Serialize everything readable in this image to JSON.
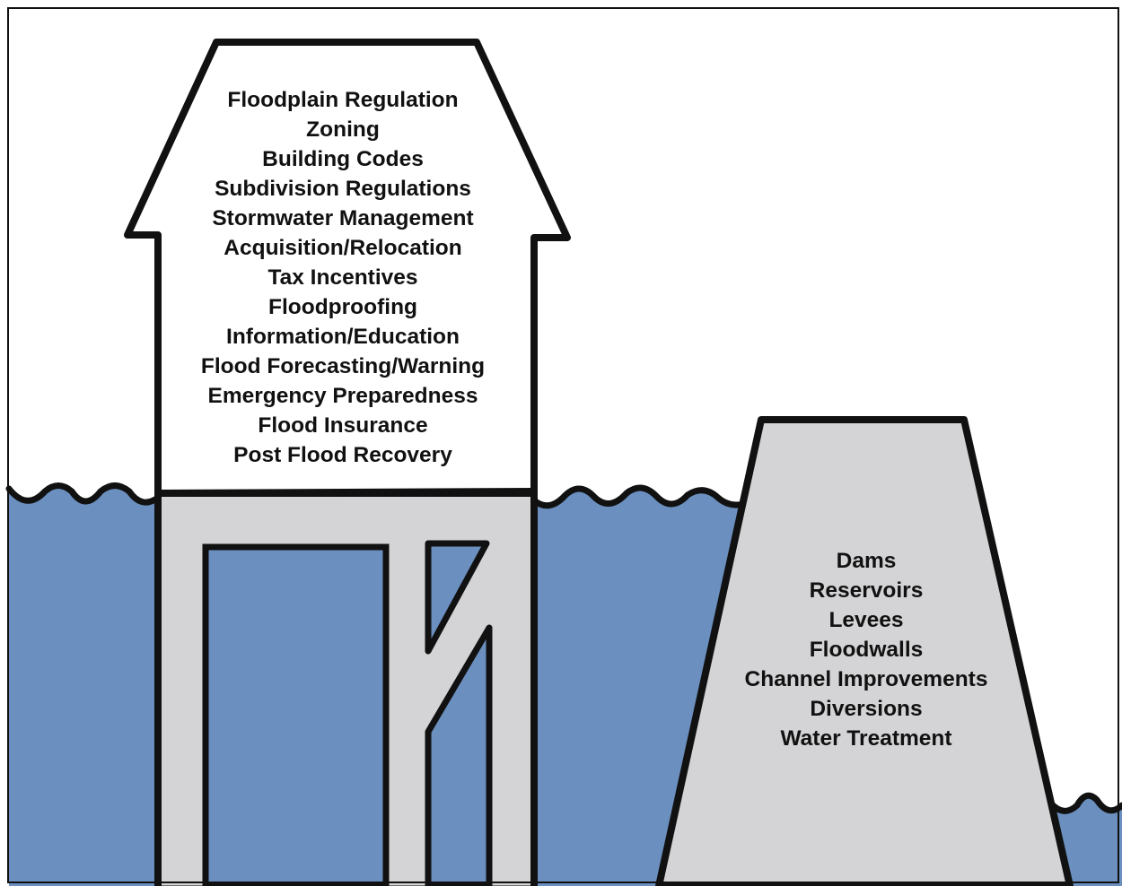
{
  "colors": {
    "water": "#6b8fbe",
    "structure": "#d4d4d6",
    "outline": "#111111",
    "sky": "#ffffff"
  },
  "house": {
    "items": [
      "Floodplain Regulation",
      "Zoning",
      "Building Codes",
      "Subdivision Regulations",
      "Stormwater Management",
      "Acquisition/Relocation",
      "Tax Incentives",
      "Floodproofing",
      "Information/Education",
      "Flood Forecasting/Warning",
      "Emergency Preparedness",
      "Flood Insurance",
      "Post Flood Recovery"
    ]
  },
  "dam": {
    "items": [
      "Dams",
      "Reservoirs",
      "Levees",
      "Floodwalls",
      "Channel Improvements",
      "Diversions",
      "Water Treatment"
    ]
  }
}
